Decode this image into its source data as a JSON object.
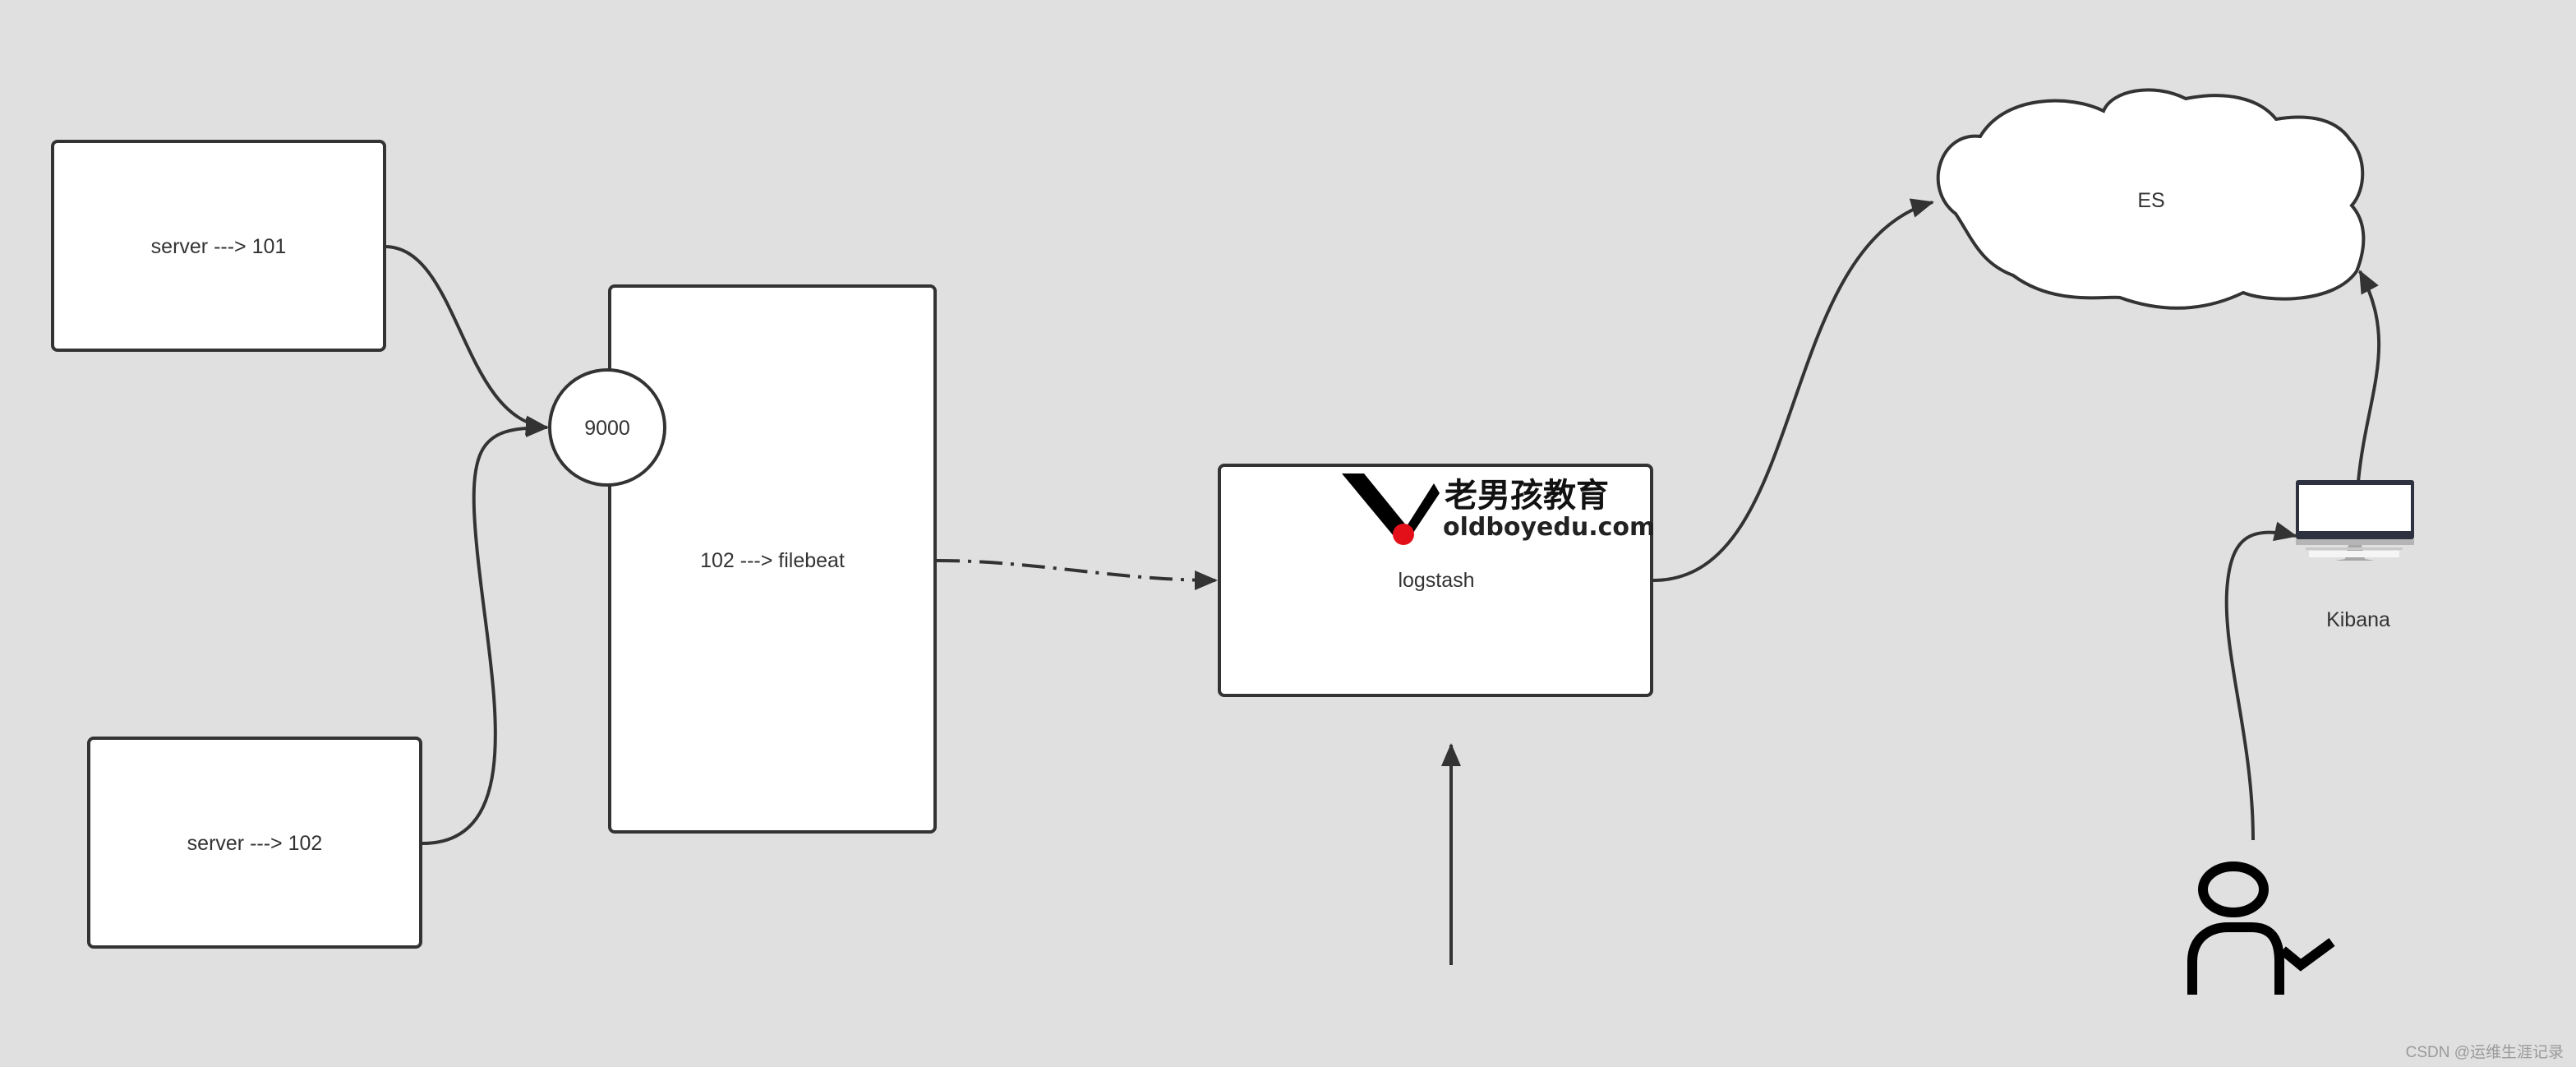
{
  "nodes": {
    "server101": {
      "label": "server ---> 101"
    },
    "server102": {
      "label": "server ---> 102"
    },
    "port": {
      "label": "9000"
    },
    "filebeat": {
      "label": "102 ---> filebeat"
    },
    "logstash": {
      "label": "logstash"
    },
    "es": {
      "label": "ES"
    },
    "kibana": {
      "label": "Kibana",
      "icon": "monitor-icon"
    },
    "user": {
      "icon": "user-check-icon"
    }
  },
  "logo": {
    "cn": "老男孩教育",
    "en": "oldboyedu.com",
    "accent": "#e3101a"
  },
  "watermark": "CSDN @运维生涯记录",
  "colors": {
    "background": "#e0e0e0",
    "stroke": "#333333",
    "fill": "#ffffff"
  }
}
